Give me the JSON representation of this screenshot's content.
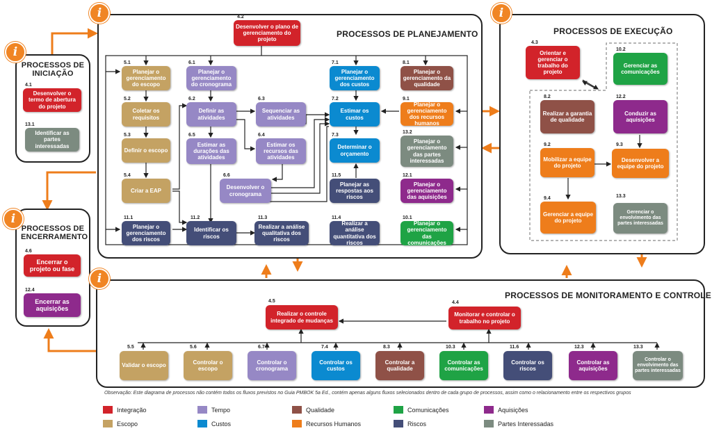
{
  "panels": {
    "planning": "PROCESSOS DE PLANEJAMENTO",
    "execution": "PROCESSOS DE EXECUÇÃO",
    "initiation": "PROCESSOS DE INICIAÇÃO",
    "closing": "PROCESSOS DE ENCERRAMENTO",
    "monitoring": "PROCESSOS DE MONITORAMENTO E CONTROLE"
  },
  "info_icon": "i",
  "initiation": [
    {
      "num": "4.1",
      "label": "Desenvolver o termo de abertura do projeto",
      "color": "#d2232a"
    },
    {
      "num": "13.1",
      "label": "Identificar as partes interessadas",
      "color": "#7c8b80"
    }
  ],
  "closing": [
    {
      "num": "4.6",
      "label": "Encerrar o projeto ou fase",
      "color": "#d2232a"
    },
    {
      "num": "12.4",
      "label": "Encerrar as aquisições",
      "color": "#8e2a8c"
    }
  ],
  "planning": [
    {
      "num": "4.2",
      "label": "Desenvolver o plano de gerenciamento do projeto"
    },
    {
      "num": "5.1",
      "label": "Planejar o gerenciamento do escopo"
    },
    {
      "num": "5.2",
      "label": "Coletar os requisitos"
    },
    {
      "num": "5.3",
      "label": "Definir o escopo"
    },
    {
      "num": "5.4",
      "label": "Criar a EAP"
    },
    {
      "num": "11.1",
      "label": "Planejar o gerenciamento dos riscos"
    },
    {
      "num": "6.1",
      "label": "Planejar o gerenciamento do cronograma"
    },
    {
      "num": "6.2",
      "label": "Definir as atividades"
    },
    {
      "num": "6.3",
      "label": "Sequenciar as atividades"
    },
    {
      "num": "6.5",
      "label": "Estimar as durações das atividades"
    },
    {
      "num": "6.4",
      "label": "Estimar os recursos das atividades"
    },
    {
      "num": "6.6",
      "label": "Desenvolver o cronograma"
    },
    {
      "num": "11.2",
      "label": "Identificar os riscos"
    },
    {
      "num": "11.3",
      "label": "Realizar a análise qualitativa dos riscos"
    },
    {
      "num": "7.1",
      "label": "Planejar o gerenciamento dos custos"
    },
    {
      "num": "7.2",
      "label": "Estimar os custos"
    },
    {
      "num": "7.3",
      "label": "Determinar o orçamento"
    },
    {
      "num": "11.5",
      "label": "Planejar as respostas aos riscos"
    },
    {
      "num": "11.4",
      "label": "Realizar a análise quantitativa dos riscos"
    },
    {
      "num": "8.1",
      "label": "Planejar o gerenciamento da qualidade"
    },
    {
      "num": "9.1",
      "label": "Planejar o gerenciamento dos recursos humanos"
    },
    {
      "num": "13.2",
      "label": "Planejar o gerenciamento das partes interessadas"
    },
    {
      "num": "12.1",
      "label": "Planejar o gerenciamento das aquisições"
    },
    {
      "num": "10.1",
      "label": "Planejar o gerenciamento das comunicações"
    }
  ],
  "execution": [
    {
      "num": "4.3",
      "label": "Orientar e gerenciar o trabalho do projeto"
    },
    {
      "num": "10.2",
      "label": "Gerenciar as comunicações"
    },
    {
      "num": "8.2",
      "label": "Realizar a garantia de qualidade"
    },
    {
      "num": "12.2",
      "label": "Conduzir as aquisições"
    },
    {
      "num": "9.2",
      "label": "Mobilizar a equipe do projeto"
    },
    {
      "num": "9.3",
      "label": "Desenvolver a equipe do projeto"
    },
    {
      "num": "9.4",
      "label": "Gerenciar a equipe do projeto"
    },
    {
      "num": "13.3",
      "label": "Gerenciar o envolvimento das partes interessadas"
    }
  ],
  "monitoring": [
    {
      "num": "4.5",
      "label": "Realizar o controle integrado de mudanças"
    },
    {
      "num": "4.4",
      "label": "Monitorar e controlar o trabalho no projeto"
    },
    {
      "num": "5.5",
      "label": "Validar o escopo"
    },
    {
      "num": "5.6",
      "label": "Controlar o escopo"
    },
    {
      "num": "6.7",
      "label": "Controlar o cronograma"
    },
    {
      "num": "7.4",
      "label": "Controlar os custos"
    },
    {
      "num": "8.3",
      "label": "Controlar a qualidade"
    },
    {
      "num": "10.3",
      "label": "Controlar as comunicações"
    },
    {
      "num": "11.6",
      "label": "Controlar os riscos"
    },
    {
      "num": "12.3",
      "label": "Controlar as aquisições"
    },
    {
      "num": "13.3",
      "label": "Controlar o envolvimento das partes interessadas"
    }
  ],
  "note": "Observação: Este diagrama de processos não contém todos os fluxos previstos no Guia PMBOK 5a Ed., contém apenas alguns fluxos selecionados dentro de cada grupo de processos, assim como o relacionamento entre os respectivos grupos",
  "legend": [
    {
      "label": "Integração",
      "color": "#d2232a"
    },
    {
      "label": "Tempo",
      "color": "#9688c5"
    },
    {
      "label": "Qualidade",
      "color": "#8f5147"
    },
    {
      "label": "Comunicações",
      "color": "#1fa345"
    },
    {
      "label": "Aquisições",
      "color": "#8e2a8c"
    },
    {
      "label": "Escopo",
      "color": "#c4a263"
    },
    {
      "label": "Custos",
      "color": "#0b8ad0"
    },
    {
      "label": "Recursos Humanos",
      "color": "#ee7d1b"
    },
    {
      "label": "Riscos",
      "color": "#444e78"
    },
    {
      "label": "Partes Interessadas",
      "color": "#7c8b80"
    }
  ]
}
